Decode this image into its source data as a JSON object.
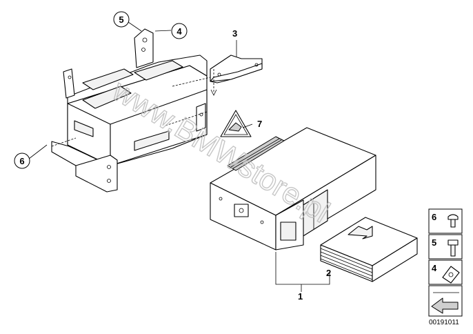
{
  "callouts": [
    {
      "number": "1"
    },
    {
      "number": "2"
    },
    {
      "number": "3"
    },
    {
      "number": "4"
    },
    {
      "number": "5"
    },
    {
      "number": "6"
    },
    {
      "number": "7"
    }
  ],
  "legend": [
    {
      "number": "6",
      "icon": "screw-icon"
    },
    {
      "number": "5",
      "icon": "bolt-icon"
    },
    {
      "number": "4",
      "icon": "clip-nut-icon"
    },
    {
      "number": "",
      "icon": "arrow-icon"
    }
  ],
  "drawing_code": "00191011",
  "watermark": "www.BMWstore.pl",
  "colors": {
    "line": "#000000",
    "watermark": "#bdbdbd",
    "panel": "#f2f2f2"
  }
}
